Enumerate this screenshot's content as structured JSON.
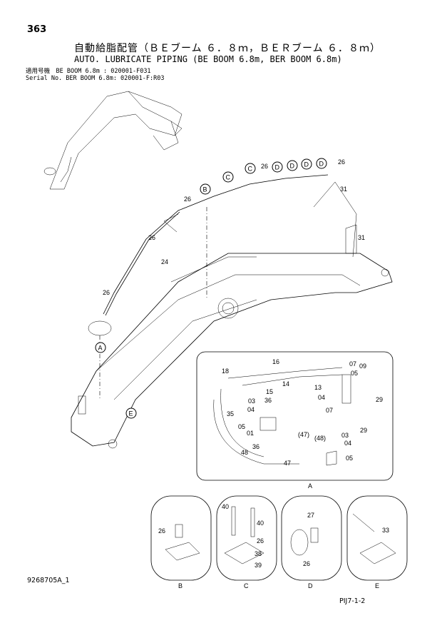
{
  "header": {
    "page_number": "363",
    "title_jp": "自動給脂配管（ＢＥブーム ６．８ｍ，ＢＥＲブーム ６．８ｍ）",
    "title_en": "AUTO. LUBRICATE PIPING (BE BOOM 6.8m, BER BOOM 6.8m)",
    "applicability_line1": "適用号機　BE BOOM 6.8m : 020001-F031",
    "applicability_line2": "Serial No. BER BOOM 6.8m: 020001-F:R03"
  },
  "footer": {
    "document_number": "9268705A_1",
    "page_ref": "PIJ7-1-2"
  },
  "main_callouts": {
    "c26_a": "26",
    "c26_b": "26",
    "c26_c": "26",
    "c26_d": "26",
    "c26_e": "26",
    "c24": "24",
    "c31_a": "31",
    "c31_b": "31",
    "letter_b": "B",
    "letter_c1": "C",
    "letter_c2": "C",
    "letter_d1": "D",
    "letter_d2": "D",
    "letter_d3": "D",
    "letter_d4": "D",
    "letter_a": "A",
    "letter_e": "E"
  },
  "detail_a": {
    "label": "A",
    "callouts": [
      "16",
      "18",
      "14",
      "15",
      "36",
      "13",
      "03",
      "04",
      "07",
      "09",
      "05",
      "29",
      "35",
      "04",
      "05",
      "01",
      "07",
      "29",
      "(47)",
      "(48)",
      "03",
      "04",
      "05",
      "36",
      "48",
      "47"
    ]
  },
  "detail_b": {
    "label": "B",
    "callouts": [
      "26"
    ]
  },
  "detail_c": {
    "label": "C",
    "callouts": [
      "40",
      "40",
      "26",
      "38",
      "39"
    ]
  },
  "detail_d": {
    "label": "D",
    "callouts": [
      "27",
      "26"
    ]
  },
  "detail_e": {
    "label": "E",
    "callouts": [
      "33"
    ]
  }
}
